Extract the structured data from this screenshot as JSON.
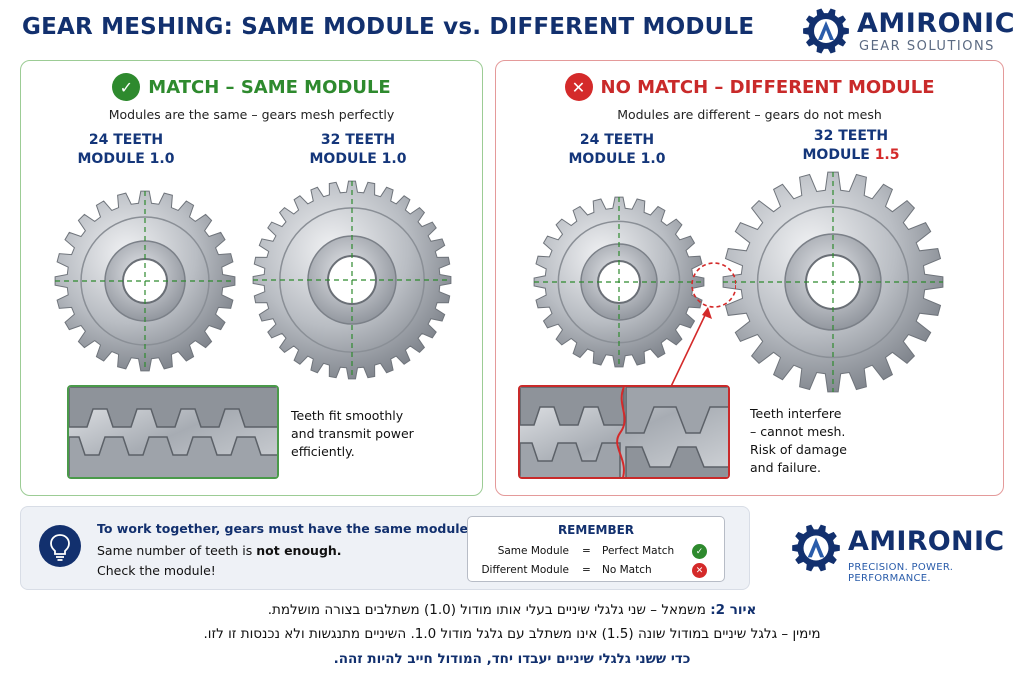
{
  "title": "GEAR MESHING: SAME MODULE vs. DIFFERENT MODULE",
  "logo": {
    "brand": "AMIRONIC",
    "subtitle": "GEAR SOLUTIONS",
    "tagline": "PRECISION. POWER. PERFORMANCE."
  },
  "left_panel": {
    "header": "MATCH – SAME MODULE",
    "header_icon": "check-icon",
    "subheader": "Modules are the same – gears mesh perfectly",
    "gear_a": {
      "teeth": "24 TEETH",
      "module": "MODULE 1.0"
    },
    "gear_b": {
      "teeth": "32 TEETH",
      "module": "MODULE 1.0"
    },
    "note_lines": [
      "Teeth fit smoothly",
      "and transmit power",
      "efficiently."
    ],
    "accent": "#2e8a2e"
  },
  "right_panel": {
    "header": "NO MATCH – DIFFERENT MODULE",
    "header_icon": "x-icon",
    "subheader": "Modules are different – gears do not mesh",
    "gear_a": {
      "teeth": "24 TEETH",
      "module": "MODULE 1.0"
    },
    "gear_b": {
      "teeth": "32 TEETH",
      "module_prefix": "MODULE",
      "module_value": "1.5"
    },
    "note_lines": [
      "Teeth interfere",
      "– cannot mesh.",
      "Risk of damage",
      "and failure."
    ],
    "accent": "#d42a2a"
  },
  "info": {
    "line1": "To work together, gears must have the same module.",
    "line2_a": "Same number of teeth is",
    "line2_b": "not enough.",
    "line3": "Check the module!"
  },
  "remember": {
    "title": "REMEMBER",
    "rows": [
      {
        "left": "Same Module",
        "eq": "=",
        "right": "Perfect Match",
        "icon": "check-icon"
      },
      {
        "left": "Different Module",
        "eq": "=",
        "right": "No Match",
        "icon": "x-icon"
      }
    ]
  },
  "caption": {
    "fig_label": "איור 2:",
    "line1": "משמאל – שני גלגלי שיניים בעלי אותו מודול (1.0) משתלבים בצורה מושלמת.",
    "line2": "מימין – גלגל שיניים במודול שונה (1.5) אינו משתלב עם גלגל מודול 1.0. השיניים מתנגשות ולא נכנסות זו לזו.",
    "line3": "כדי ששני גלגלי שיניים יעבדו יחד, המודול חייב להיות זהה."
  },
  "colors": {
    "navy": "#12306e",
    "match_green": "#2e8a2e",
    "mismatch_red": "#d42a2a",
    "steel": "#a9adb3"
  }
}
